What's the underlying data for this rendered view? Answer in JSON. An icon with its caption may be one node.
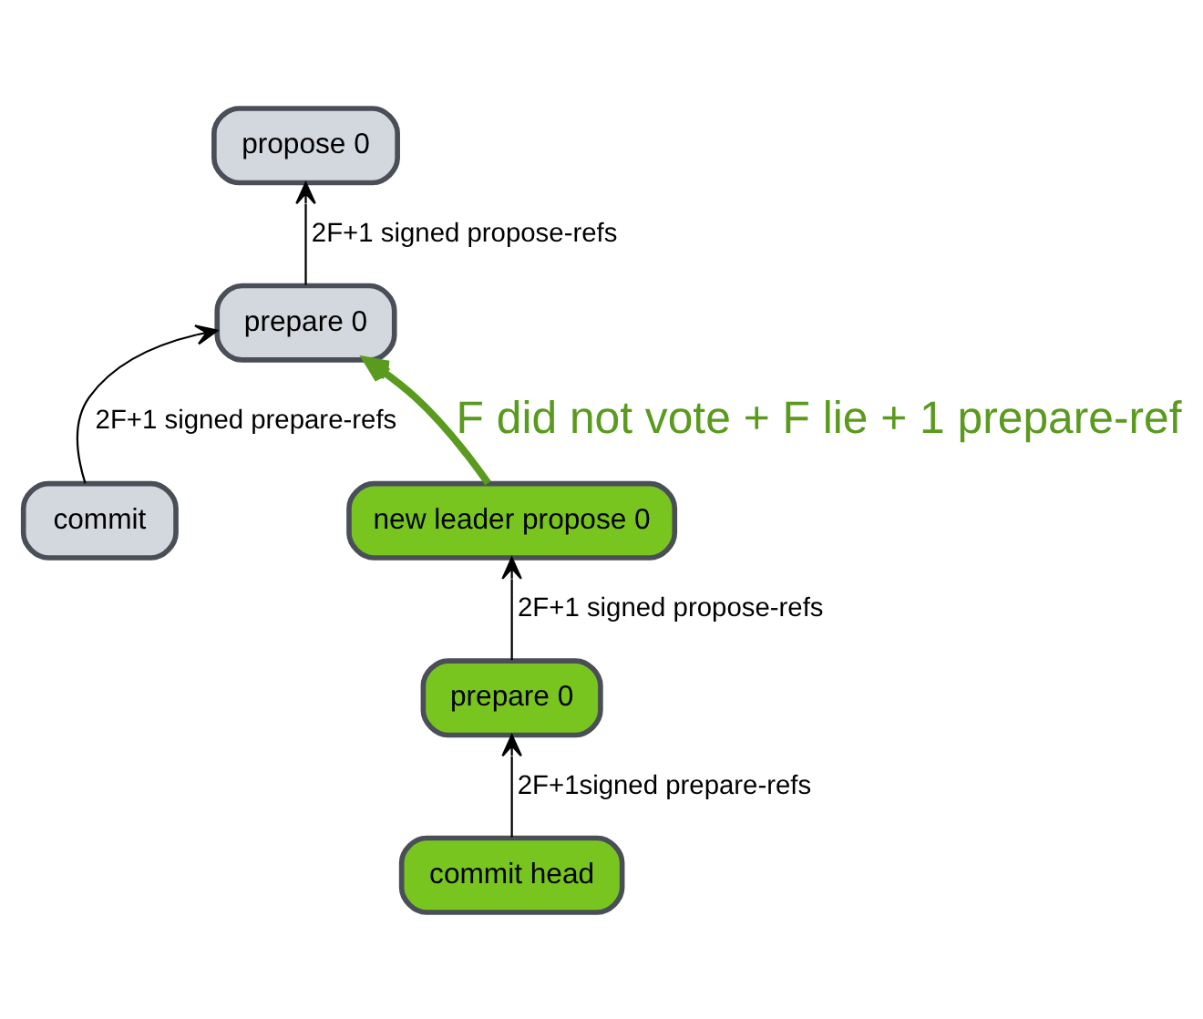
{
  "diagram": {
    "nodes": [
      {
        "text": [
          "propose 0"
        ]
      },
      {
        "text": [
          "prepare 0"
        ]
      },
      {
        "text": [
          "commit"
        ]
      },
      {
        "text": [
          "new leader propose 0"
        ]
      },
      {
        "text": [
          "prepare 0"
        ]
      },
      {
        "text": [
          "commit head"
        ]
      }
    ],
    "edges": [
      {
        "from": 1,
        "to": 0,
        "arrow": "to",
        "label": "2F+1 signed propose-refs"
      },
      {
        "from": 2,
        "to": 1,
        "arrow": "to",
        "label": "2F+1 signed prepare-refs"
      },
      {
        "from": 3,
        "to": 1,
        "arrow": "to",
        "label": "F did not vote + F lie + 1 prepare-ref",
        "style": "thick",
        "color": "#5a9a1e"
      },
      {
        "from": 4,
        "to": 3,
        "arrow": "to",
        "label": "2F+1 signed propose-refs"
      },
      {
        "from": 5,
        "to": 4,
        "arrow": "to",
        "label": "2F+1signed prepare-refs"
      }
    ]
  }
}
